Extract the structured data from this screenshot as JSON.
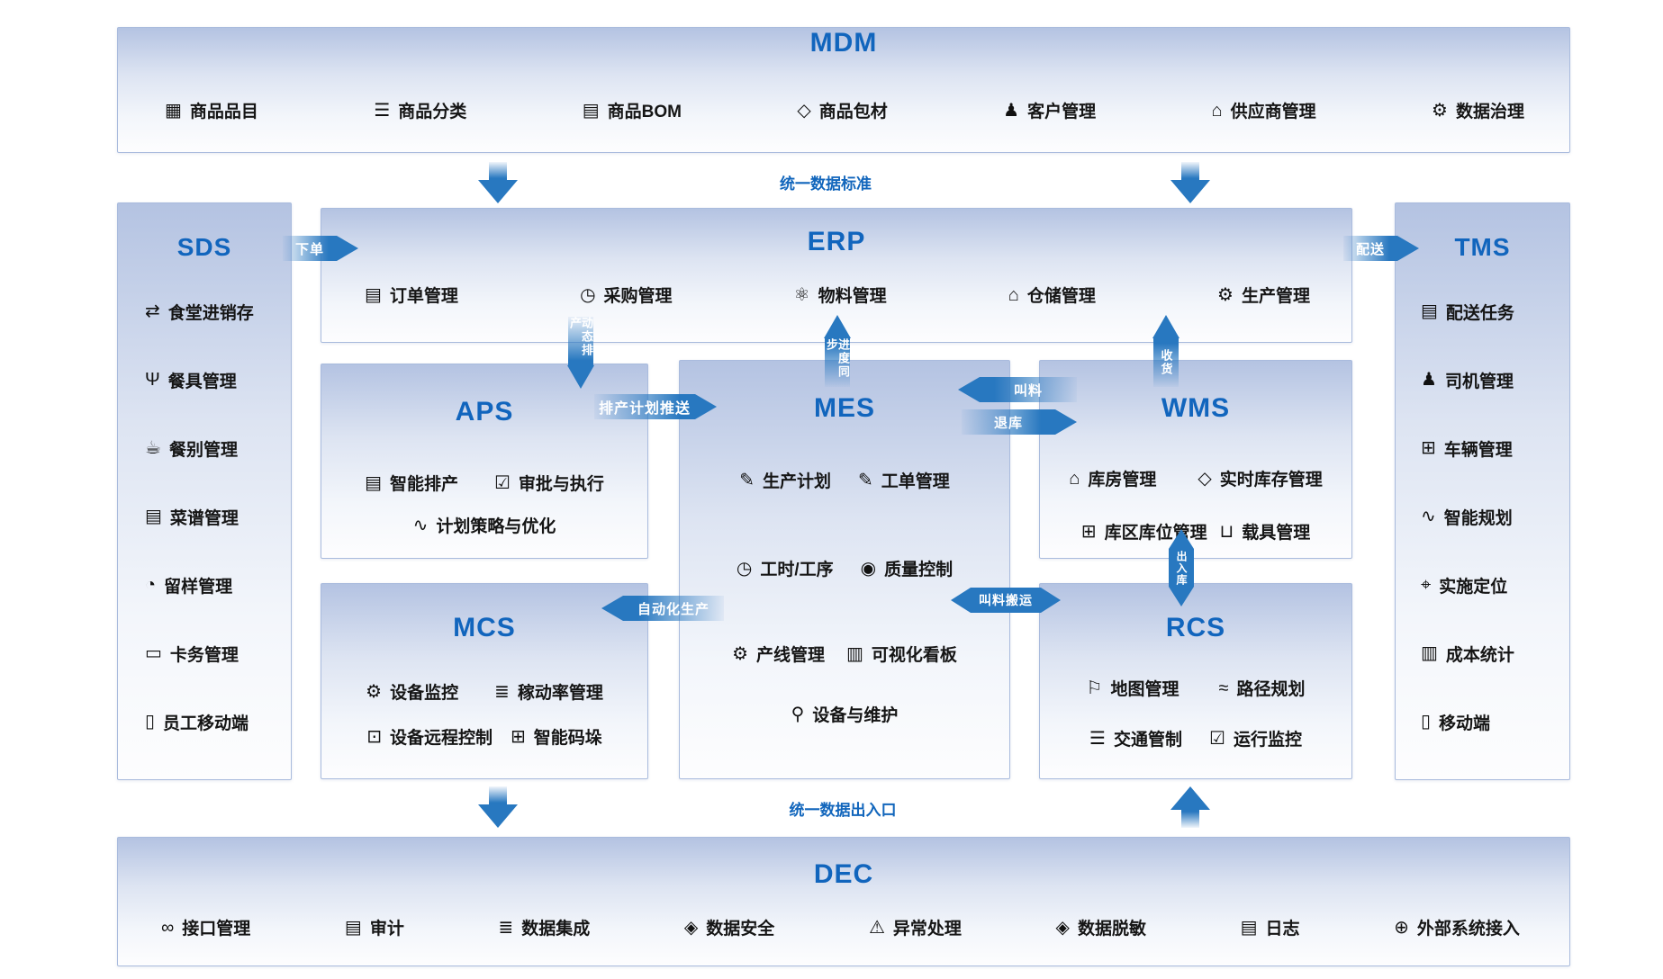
{
  "colors": {
    "title_blue": "#1165bd",
    "arrow_blue": "#2878c0",
    "flow_label_blue": "#1266bc",
    "panel_border": "#a9bbdd",
    "panel_top_fill": "#b4c3e2",
    "item_text": "#151515"
  },
  "flow_labels": {
    "unified_standard": "统一数据标准",
    "unified_io": "统一数据出入口"
  },
  "arrows": {
    "place_order": "下单",
    "delivery": "配送",
    "dynamic_scheduling": "动态排产",
    "progress_sync": "进度同步",
    "receiving": "收货",
    "schedule_push": "排产计划推送",
    "material_call": "叫料",
    "return_store": "退库",
    "auto_production": "自动化生产",
    "material_handling": "叫料搬运",
    "in_out_store": "出入库"
  },
  "panels": {
    "mdm": {
      "title": "MDM",
      "items": [
        {
          "icon": "grid-icon",
          "label": "商品品目"
        },
        {
          "icon": "category-list-icon",
          "label": "商品分类"
        },
        {
          "icon": "bom-document-icon",
          "label": "商品BOM"
        },
        {
          "icon": "package-box-icon",
          "label": "商品包材"
        },
        {
          "icon": "customer-icon",
          "label": "客户管理"
        },
        {
          "icon": "supplier-store-icon",
          "label": "供应商管理"
        },
        {
          "icon": "data-governance-gear-icon",
          "label": "数据治理"
        }
      ]
    },
    "sds": {
      "title": "SDS",
      "items": [
        {
          "icon": "canteen-inventory-icon",
          "label": "食堂进销存"
        },
        {
          "icon": "tableware-icon",
          "label": "餐具管理"
        },
        {
          "icon": "meal-type-icon",
          "label": "餐别管理"
        },
        {
          "icon": "menu-icon",
          "label": "菜谱管理"
        },
        {
          "icon": "sample-retention-icon",
          "label": "留样管理"
        },
        {
          "icon": "card-service-icon",
          "label": "卡务管理"
        },
        {
          "icon": "employee-mobile-icon",
          "label": "员工移动端"
        }
      ]
    },
    "erp": {
      "title": "ERP",
      "items": [
        {
          "icon": "order-icon",
          "label": "订单管理"
        },
        {
          "icon": "purchase-icon",
          "label": "采购管理"
        },
        {
          "icon": "material-icon",
          "label": "物料管理"
        },
        {
          "icon": "warehouse-icon",
          "label": "仓储管理"
        },
        {
          "icon": "production-icon",
          "label": "生产管理"
        }
      ]
    },
    "tms": {
      "title": "TMS",
      "items": [
        {
          "icon": "delivery-task-icon",
          "label": "配送任务"
        },
        {
          "icon": "driver-icon",
          "label": "司机管理"
        },
        {
          "icon": "vehicle-icon",
          "label": "车辆管理"
        },
        {
          "icon": "smart-planning-icon",
          "label": "智能规划"
        },
        {
          "icon": "location-icon",
          "label": "实施定位"
        },
        {
          "icon": "cost-statistics-icon",
          "label": "成本统计"
        },
        {
          "icon": "mobile-icon",
          "label": "移动端"
        }
      ]
    },
    "aps": {
      "title": "APS",
      "items": [
        {
          "icon": "smart-scheduling-icon",
          "label": "智能排产"
        },
        {
          "icon": "approval-execution-icon",
          "label": "审批与执行"
        },
        {
          "icon": "plan-strategy-icon",
          "label": "计划策略与优化"
        }
      ]
    },
    "mes": {
      "title": "MES",
      "items": [
        {
          "icon": "production-plan-icon",
          "label": "生产计划"
        },
        {
          "icon": "work-order-icon",
          "label": "工单管理"
        },
        {
          "icon": "work-hours-icon",
          "label": "工时/工序"
        },
        {
          "icon": "quality-control-icon",
          "label": "质量控制"
        },
        {
          "icon": "production-line-icon",
          "label": "产线管理"
        },
        {
          "icon": "dashboard-icon",
          "label": "可视化看板"
        },
        {
          "icon": "equipment-maintenance-icon",
          "label": "设备与维护"
        }
      ]
    },
    "wms": {
      "title": "WMS",
      "items": [
        {
          "icon": "warehouse-room-icon",
          "label": "库房管理"
        },
        {
          "icon": "realtime-inventory-icon",
          "label": "实时库存管理"
        },
        {
          "icon": "zone-location-icon",
          "label": "库区库位管理"
        },
        {
          "icon": "carrier-icon",
          "label": "载具管理"
        }
      ]
    },
    "mcs": {
      "title": "MCS",
      "items": [
        {
          "icon": "device-monitor-icon",
          "label": "设备监控"
        },
        {
          "icon": "oee-icon",
          "label": "稼动率管理"
        },
        {
          "icon": "remote-control-icon",
          "label": "设备远程控制"
        },
        {
          "icon": "palletizing-icon",
          "label": "智能码垛"
        }
      ]
    },
    "rcs": {
      "title": "RCS",
      "items": [
        {
          "icon": "map-icon",
          "label": "地图管理"
        },
        {
          "icon": "path-planning-icon",
          "label": "路径规划"
        },
        {
          "icon": "traffic-control-icon",
          "label": "交通管制"
        },
        {
          "icon": "operation-monitor-icon",
          "label": "运行监控"
        }
      ]
    },
    "dec": {
      "title": "DEC",
      "items": [
        {
          "icon": "interface-icon",
          "label": "接口管理"
        },
        {
          "icon": "audit-icon",
          "label": "审计"
        },
        {
          "icon": "data-integration-icon",
          "label": "数据集成"
        },
        {
          "icon": "data-security-icon",
          "label": "数据安全"
        },
        {
          "icon": "exception-icon",
          "label": "异常处理"
        },
        {
          "icon": "data-masking-icon",
          "label": "数据脱敏"
        },
        {
          "icon": "log-icon",
          "label": "日志"
        },
        {
          "icon": "external-access-icon",
          "label": "外部系统接入"
        }
      ]
    }
  },
  "icon_glyphs": {
    "grid-icon": "▦",
    "category-list-icon": "☰",
    "bom-document-icon": "▤",
    "package-box-icon": "◇",
    "customer-icon": "♟",
    "supplier-store-icon": "⌂",
    "data-governance-gear-icon": "⚙",
    "canteen-inventory-icon": "⇄",
    "tableware-icon": "Ψ",
    "meal-type-icon": "☕",
    "menu-icon": "▤",
    "sample-retention-icon": "◔",
    "card-service-icon": "▭",
    "employee-mobile-icon": "▯",
    "order-icon": "▤",
    "purchase-icon": "◷",
    "material-icon": "⚛",
    "warehouse-icon": "⌂",
    "production-icon": "⚙",
    "delivery-task-icon": "▤",
    "driver-icon": "♟",
    "vehicle-icon": "⊞",
    "smart-planning-icon": "∿",
    "location-icon": "⌖",
    "cost-statistics-icon": "▥",
    "mobile-icon": "▯",
    "smart-scheduling-icon": "▤",
    "approval-execution-icon": "☑",
    "plan-strategy-icon": "∿",
    "production-plan-icon": "✎",
    "work-order-icon": "✎",
    "work-hours-icon": "◷",
    "quality-control-icon": "◉",
    "production-line-icon": "⚙",
    "dashboard-icon": "▥",
    "equipment-maintenance-icon": "⚲",
    "warehouse-room-icon": "⌂",
    "realtime-inventory-icon": "◇",
    "zone-location-icon": "⊞",
    "carrier-icon": "⊔",
    "device-monitor-icon": "⚙",
    "oee-icon": "≣",
    "remote-control-icon": "⊡",
    "palletizing-icon": "⊞",
    "map-icon": "⚐",
    "path-planning-icon": "≈",
    "traffic-control-icon": "☰",
    "operation-monitor-icon": "☑",
    "interface-icon": "∞",
    "audit-icon": "▤",
    "data-integration-icon": "≣",
    "data-security-icon": "◈",
    "exception-icon": "⚠",
    "data-masking-icon": "◈",
    "log-icon": "▤",
    "external-access-icon": "⊕"
  }
}
